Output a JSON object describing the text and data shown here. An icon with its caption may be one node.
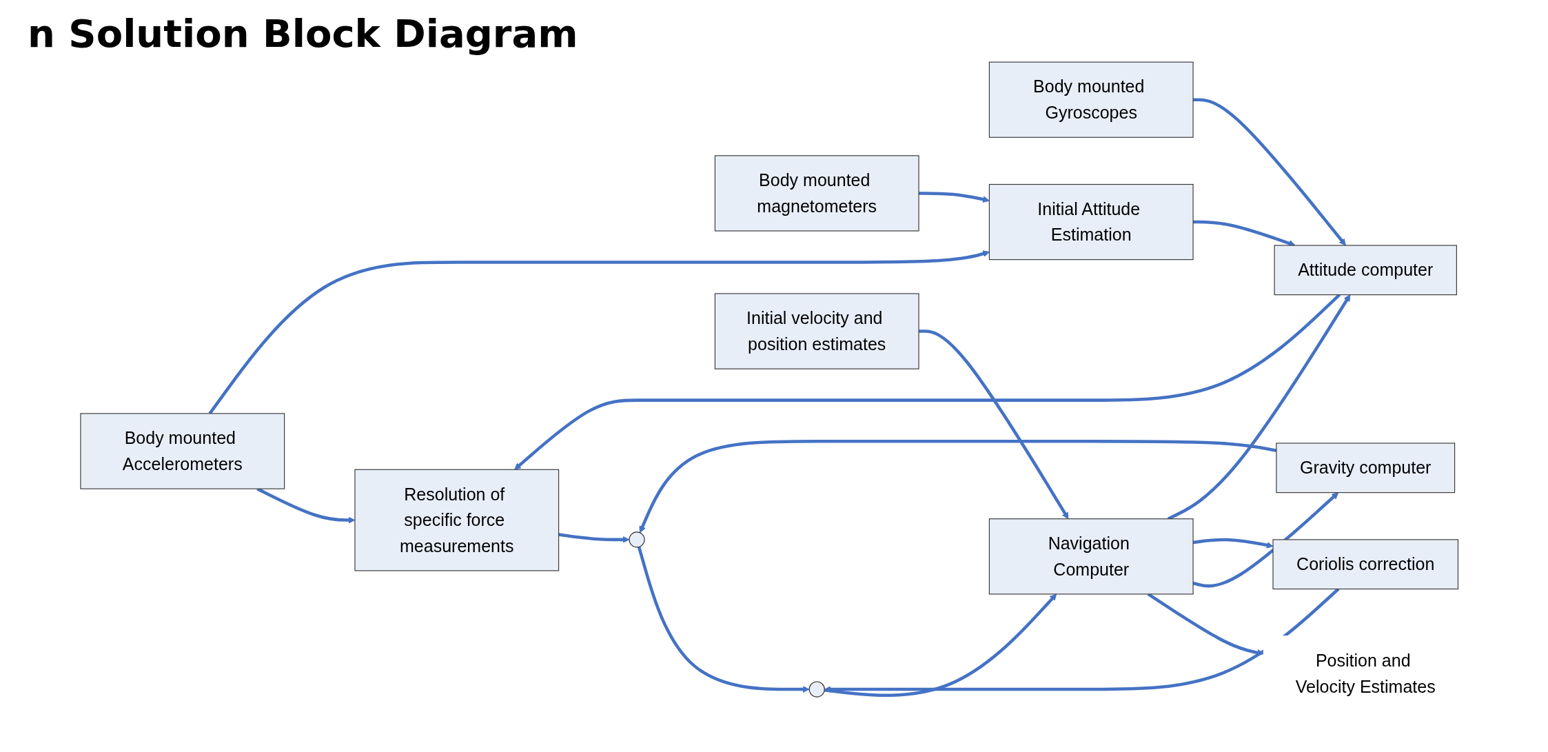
{
  "diagram": {
    "title": "n Solution Block Diagram",
    "nodes": [
      {
        "text": [
          "Body mounted Accelerometers"
        ]
      },
      {
        "text": [
          "Body mounted magnetometers"
        ]
      },
      {
        "text": [
          "Body mounted Gyroscopes"
        ]
      },
      {
        "text": [
          "Initial Attitude Estimation"
        ]
      },
      {
        "text": [
          "Attitude computer"
        ]
      },
      {
        "text": [
          "Resolution of specific force measurements"
        ]
      },
      {
        "text": [],
        "shape": "circle"
      },
      {
        "text": [],
        "shape": "circle"
      },
      {
        "text": [
          "Gravity computer"
        ]
      },
      {
        "text": [
          "Coriolis correction"
        ]
      },
      {
        "text": [
          "Navigation Computer"
        ]
      },
      {
        "text": [
          "Initial velocity and position estimates"
        ]
      },
      {
        "text": [
          "Position and Velocity Estimates"
        ]
      }
    ],
    "edges": [
      {
        "from": 0,
        "to": 5,
        "arrow": "to"
      },
      {
        "from": 0,
        "to": 3,
        "arrow": "to"
      },
      {
        "from": 1,
        "to": 3,
        "arrow": "to"
      },
      {
        "from": 3,
        "to": 4,
        "arrow": "to"
      },
      {
        "from": 2,
        "to": 4,
        "arrow": "to"
      },
      {
        "from": 4,
        "to": 5,
        "arrow": "to"
      },
      {
        "from": 5,
        "to": 6,
        "arrow": "to"
      },
      {
        "from": 8,
        "to": 6,
        "arrow": "to"
      },
      {
        "from": 6,
        "to": 7,
        "arrow": "to"
      },
      {
        "from": 9,
        "to": 7,
        "arrow": "to"
      },
      {
        "from": 7,
        "to": 10,
        "arrow": "to"
      },
      {
        "from": 11,
        "to": 10,
        "arrow": "to"
      },
      {
        "from": 10,
        "to": 12,
        "arrow": "to"
      },
      {
        "from": 10,
        "to": 8,
        "arrow": "to"
      },
      {
        "from": 10,
        "to": 9,
        "arrow": "to"
      },
      {
        "from": 10,
        "to": 4,
        "arrow": "to"
      }
    ]
  }
}
